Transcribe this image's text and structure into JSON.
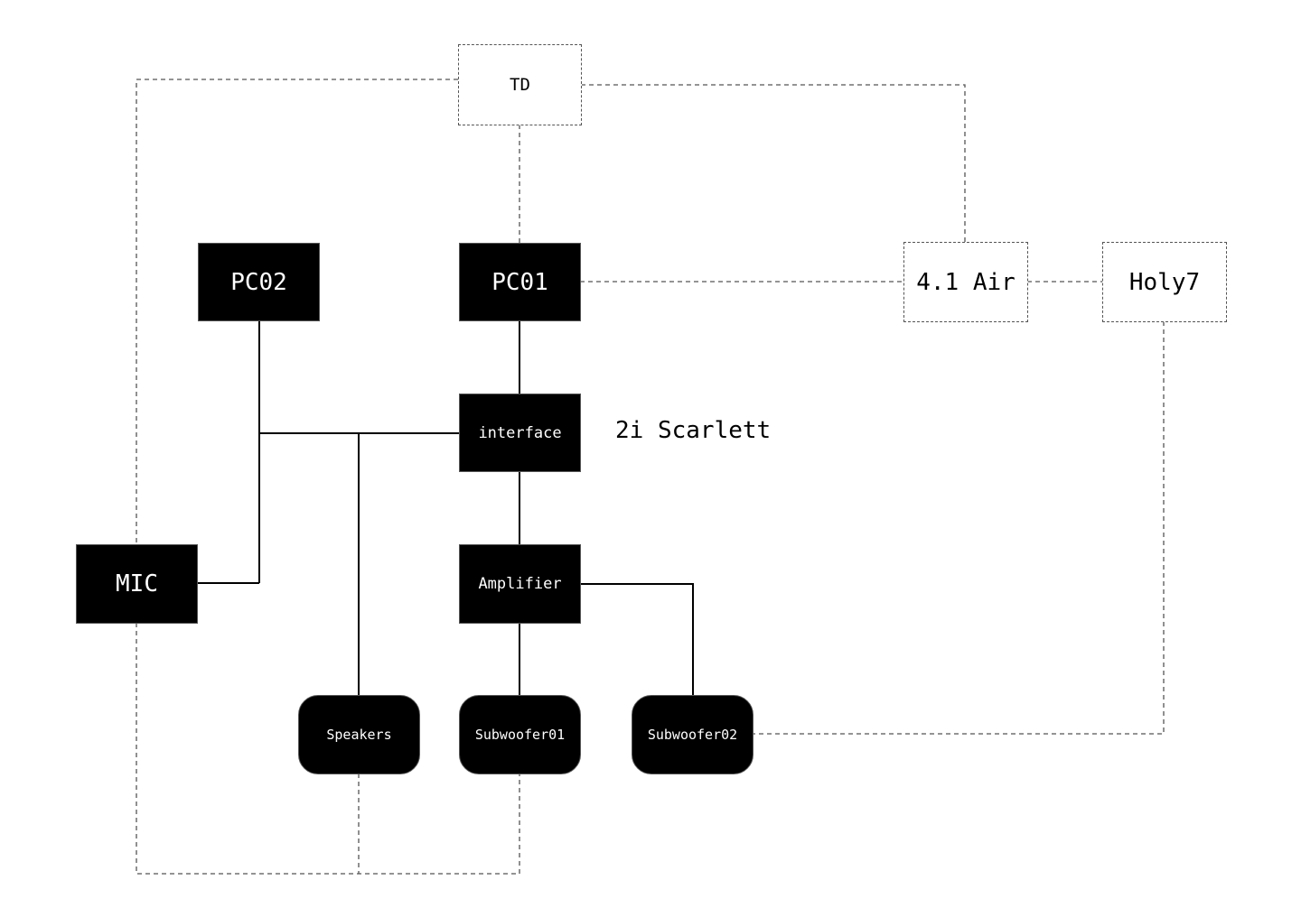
{
  "diagram": {
    "nodes": {
      "td": {
        "label": "TD",
        "style": "dashed"
      },
      "pc02": {
        "label": "PC02",
        "style": "solid"
      },
      "pc01": {
        "label": "PC01",
        "style": "solid"
      },
      "air": {
        "label": "4.1 Air",
        "style": "dashed"
      },
      "holy7": {
        "label": "Holy7",
        "style": "dashed"
      },
      "interface": {
        "label": "interface",
        "style": "solid"
      },
      "mic": {
        "label": "MIC",
        "style": "solid"
      },
      "amplifier": {
        "label": "Amplifier",
        "style": "solid"
      },
      "speakers": {
        "label": "Speakers",
        "style": "solid-rounded"
      },
      "subwoofer01": {
        "label": "Subwoofer01",
        "style": "solid-rounded"
      },
      "subwoofer02": {
        "label": "Subwoofer02",
        "style": "solid-rounded"
      }
    },
    "annotations": {
      "interface_model": "2i Scarlett"
    },
    "edges": [
      {
        "from": "PC01",
        "to": "interface",
        "type": "solid"
      },
      {
        "from": "interface",
        "to": "Amplifier",
        "type": "solid"
      },
      {
        "from": "interface",
        "to": "PC02",
        "type": "solid"
      },
      {
        "from": "interface",
        "to": "Speakers",
        "type": "solid"
      },
      {
        "from": "PC02",
        "to": "MIC",
        "type": "solid"
      },
      {
        "from": "Amplifier",
        "to": "Subwoofer01",
        "type": "solid"
      },
      {
        "from": "Amplifier",
        "to": "Subwoofer02",
        "type": "solid"
      },
      {
        "from": "TD",
        "to": "PC01",
        "type": "dashed"
      },
      {
        "from": "TD",
        "to": "MIC",
        "type": "dashed"
      },
      {
        "from": "TD",
        "to": "4.1 Air",
        "type": "dashed"
      },
      {
        "from": "PC01",
        "to": "4.1 Air",
        "type": "dashed"
      },
      {
        "from": "4.1 Air",
        "to": "Holy7",
        "type": "dashed"
      },
      {
        "from": "Holy7",
        "to": "Subwoofer02",
        "type": "dashed"
      },
      {
        "from": "MIC",
        "to": "Subwoofer01",
        "type": "dashed"
      },
      {
        "from": "Speakers",
        "to": "bottom-bus",
        "type": "dashed"
      }
    ],
    "colors": {
      "node_fill": "#000000",
      "node_text": "#ffffff",
      "solid_line": "#000000",
      "dashed_line": "#555555",
      "background": "#ffffff"
    }
  }
}
